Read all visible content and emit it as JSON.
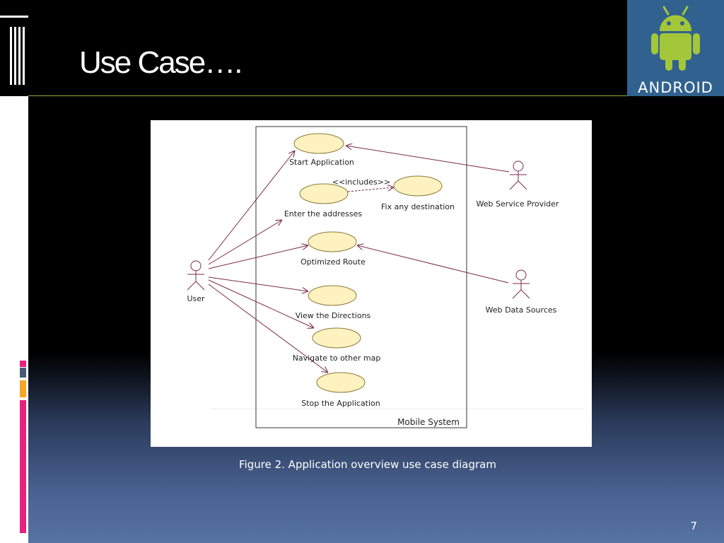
{
  "slide": {
    "title": "Use Case….",
    "caption": "Figure 2. Application overview use case diagram",
    "page_number": "7",
    "logo_text": "ANDROID"
  },
  "colors": {
    "title_rule": "#8fb537",
    "logo_bg": "#31628f",
    "android_green": "#a4c639",
    "usecase_fill": "#fdf2c0",
    "usecase_stroke": "#8a7a3a",
    "association_line": "#7b2a4a",
    "accent_pink": "#e6217e",
    "accent_slate": "#4a5a75",
    "accent_orange": "#f5a623"
  },
  "diagram": {
    "system_boundary": "Mobile System",
    "actors": {
      "user": "User",
      "web_service_provider": "Web Service Provider",
      "web_data_sources": "Web Data Sources"
    },
    "use_cases": {
      "start_application": "Start Application",
      "enter_addresses": "Enter the addresses",
      "fix_destination": "Fix any destination",
      "optimized_route": "Optimized Route",
      "view_directions": "View the Directions",
      "navigate_other_map": "Navigate to other map",
      "stop_application": "Stop the Application"
    },
    "includes_label": "<<includes>>"
  }
}
